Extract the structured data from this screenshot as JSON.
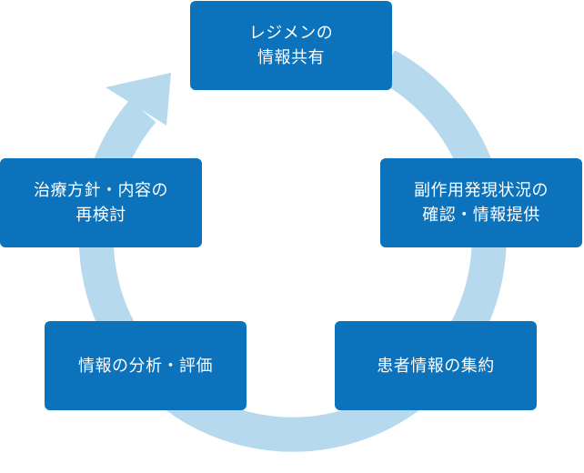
{
  "colors": {
    "box_fill": "#0b72bb",
    "box_text": "#ffffff",
    "cycle_arrow": "#b7d9ee"
  },
  "cycle_arrow_icon": "circular-clockwise-arrow",
  "steps": [
    {
      "lines": [
        "レジメンの",
        "情報共有"
      ]
    },
    {
      "lines": [
        "副作用発現状況の",
        "確認・情報提供"
      ]
    },
    {
      "lines": [
        "患者情報の集約"
      ]
    },
    {
      "lines": [
        "情報の分析・評価"
      ]
    },
    {
      "lines": [
        "治療方針・内容の",
        "再検討"
      ]
    }
  ]
}
